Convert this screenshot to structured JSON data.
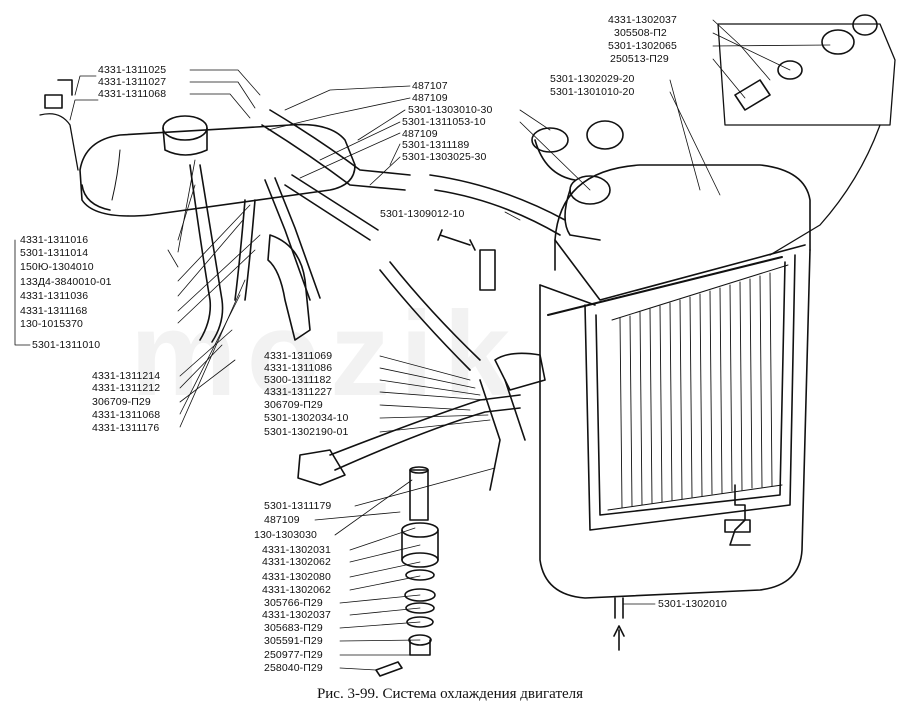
{
  "caption": "Рис. 3-99. Система охлаждения двигателя",
  "watermark": "mozik",
  "labels": {
    "l1": "4331-1311025",
    "l2": "4331-1311027",
    "l3": "4331-1311068",
    "l4": "4331-1311016",
    "l5": "5301-1311014",
    "l6": "150Ю-1304010",
    "l7": "133Д4-3840010-01",
    "l8": "4331-1311036",
    "l9": "4331-1311168",
    "l10": "130-1015370",
    "l11": "5301-1311010",
    "l12": "4331-1311214",
    "l13": "4331-1311212",
    "l14": "306709-П29",
    "l15": "4331-1311068",
    "l16": "4331-1311176",
    "m1": "487107",
    "m2": "487109",
    "m3": "5301-1303010-30",
    "m4": "5301-1311053-10",
    "m5": "487109",
    "m6": "5301-1311189",
    "m7": "5301-1303025-30",
    "m8": "5301-1309012-10",
    "c1": "4331-1311069",
    "c2": "4331-1311086",
    "c3": "5300-1311182",
    "c4": "4331-1311227",
    "c5": "306709-П29",
    "c6": "5301-1302034-10",
    "c7": "5301-1302190-01",
    "b1": "5301-1311179",
    "b2": "487109",
    "b3": "130-1303030",
    "b4": "4331-1302031",
    "b5": "4331-1302062",
    "b6": "4331-1302080",
    "b7": "4331-1302062",
    "b8": "305766-П29",
    "b9": "4331-1302037",
    "b10": "305683-П29",
    "b11": "305591-П29",
    "b12": "250977-П29",
    "b13": "258040-П29",
    "t1": "4331-1302037",
    "t2": "305508-П2",
    "t3": "5301-1302065",
    "t4": "250513-П29",
    "t5": "5301-1302029-20",
    "t6": "5301-1301010-20",
    "br": "5301-1302010"
  }
}
